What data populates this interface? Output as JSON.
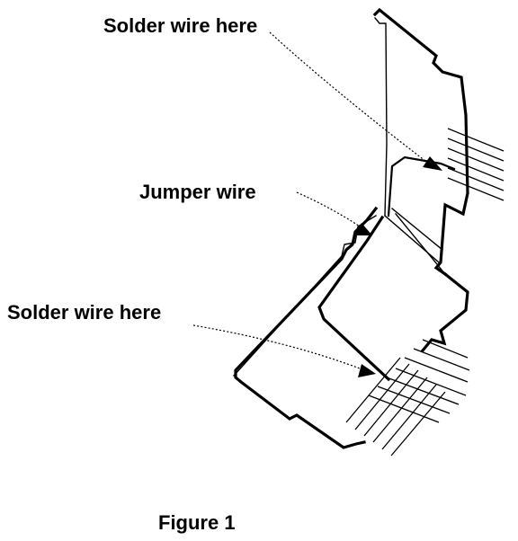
{
  "labels": {
    "solder_top": "Solder wire here",
    "jumper": "Jumper wire",
    "solder_bottom": "Solder wire here",
    "caption": "Figure 1"
  }
}
